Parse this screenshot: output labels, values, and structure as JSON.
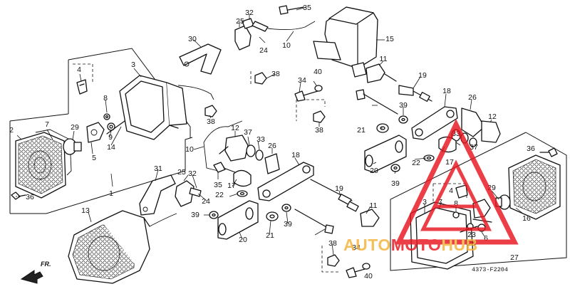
{
  "diagram": {
    "drawing_code": "4373-F2204",
    "direction_label": "FR.",
    "watermark": {
      "part1": "AUTO",
      "part2": "MOTO",
      "part3": "HUB",
      "color_primary": "#e8141e",
      "color_secondary": "#f3b338"
    },
    "callouts": {
      "c1": "1",
      "c2": "2",
      "c3": "3",
      "c4": "4",
      "c5": "5",
      "c6": "6",
      "c7": "7",
      "c8": "8",
      "c9": "9",
      "c10": "10",
      "c11": "11",
      "c12": "12",
      "c13": "13",
      "c14": "14",
      "c15": "15",
      "c16": "16",
      "c17": "17",
      "c18": "18",
      "c19": "19",
      "c20": "20",
      "c21": "21",
      "c22": "22",
      "c23": "23",
      "c24": "24",
      "c25": "25",
      "c26": "26",
      "c27": "27",
      "c28": "28",
      "c29": "29",
      "c30": "30",
      "c31": "31",
      "c32": "32",
      "c33": "33",
      "c34": "34",
      "c35": "35",
      "c36": "36",
      "c37": "37",
      "c38": "38",
      "c39": "39",
      "c40": "40"
    }
  }
}
